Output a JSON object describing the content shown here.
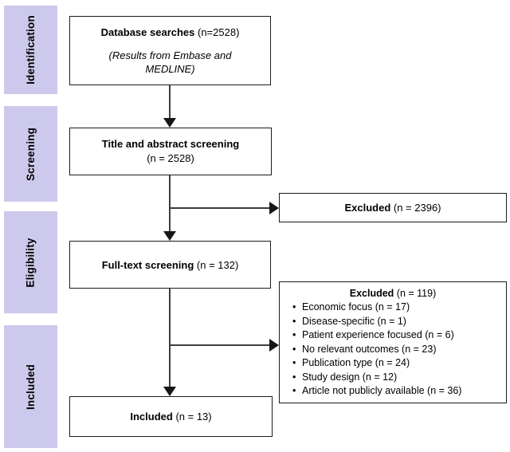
{
  "colors": {
    "stage_fill": "#cdc9ec",
    "box_border": "#1b1b1b",
    "arrow": "#3d3d3d",
    "arrow_head": "#161616",
    "text": "#000000",
    "background": "#ffffff"
  },
  "glyphs": {
    "bullet": "•"
  },
  "stages": {
    "identification": "Identification",
    "screening": "Screening",
    "eligibility": "Eligibility",
    "included": "Included"
  },
  "boxes": {
    "database_searches": {
      "title_bold": "Database searches",
      "title_rest": " (n=2528)",
      "note_line1": "(Results from Embase and",
      "note_line2": "MEDLINE)"
    },
    "title_abstract_screening": {
      "line1_bold": "Title and abstract screening",
      "line2": "(n = 2528)"
    },
    "excluded_screening": {
      "label_bold": "Excluded",
      "label_rest": " (n = 2396)"
    },
    "full_text_screening": {
      "label_bold": "Full-text screening",
      "label_rest": " (n = 132)"
    },
    "excluded_full_text": {
      "heading_bold": "Excluded",
      "heading_rest": " (n = 119)",
      "items": [
        "Economic focus (n = 17)",
        "Disease-specific (n = 1)",
        "Patient experience focused (n = 6)",
        "No relevant outcomes (n = 23)",
        "Publication type (n = 24)",
        "Study design (n = 12)",
        "Article not publicly available (n = 36)"
      ]
    },
    "included": {
      "label_bold": "Included",
      "label_rest": " (n = 13)"
    }
  }
}
